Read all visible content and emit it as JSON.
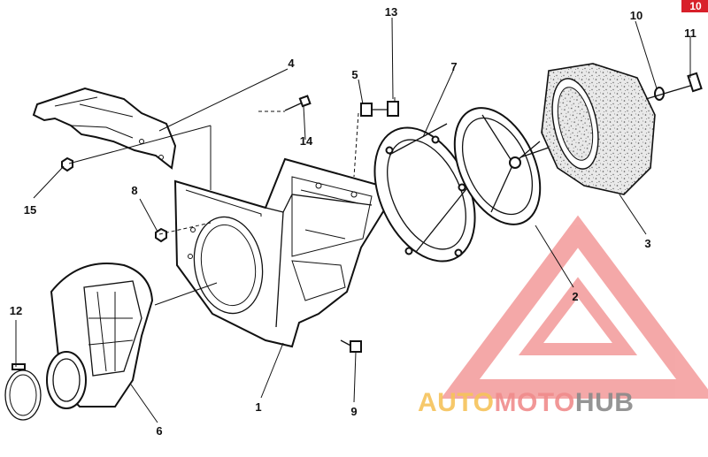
{
  "page_tag": "10",
  "callouts": [
    {
      "id": "1",
      "text": "1"
    },
    {
      "id": "2",
      "text": "2"
    },
    {
      "id": "3",
      "text": "3"
    },
    {
      "id": "4",
      "text": "4"
    },
    {
      "id": "5",
      "text": "5"
    },
    {
      "id": "6",
      "text": "6"
    },
    {
      "id": "7",
      "text": "7"
    },
    {
      "id": "8",
      "text": "8"
    },
    {
      "id": "9",
      "text": "9"
    },
    {
      "id": "10",
      "text": "10"
    },
    {
      "id": "11",
      "text": "11"
    },
    {
      "id": "12",
      "text": "12"
    },
    {
      "id": "13",
      "text": "13"
    },
    {
      "id": "14",
      "text": "14"
    },
    {
      "id": "15",
      "text": "15"
    }
  ],
  "watermark": {
    "part1": "AUTO",
    "part2": "MOTO",
    "part3": "HUB",
    "colors": {
      "auto": "#f6c35a",
      "moto": "#f08c8c",
      "hub": "#8a8a8a",
      "triangle": "#f39a9a",
      "tag": "#d8202a"
    }
  }
}
